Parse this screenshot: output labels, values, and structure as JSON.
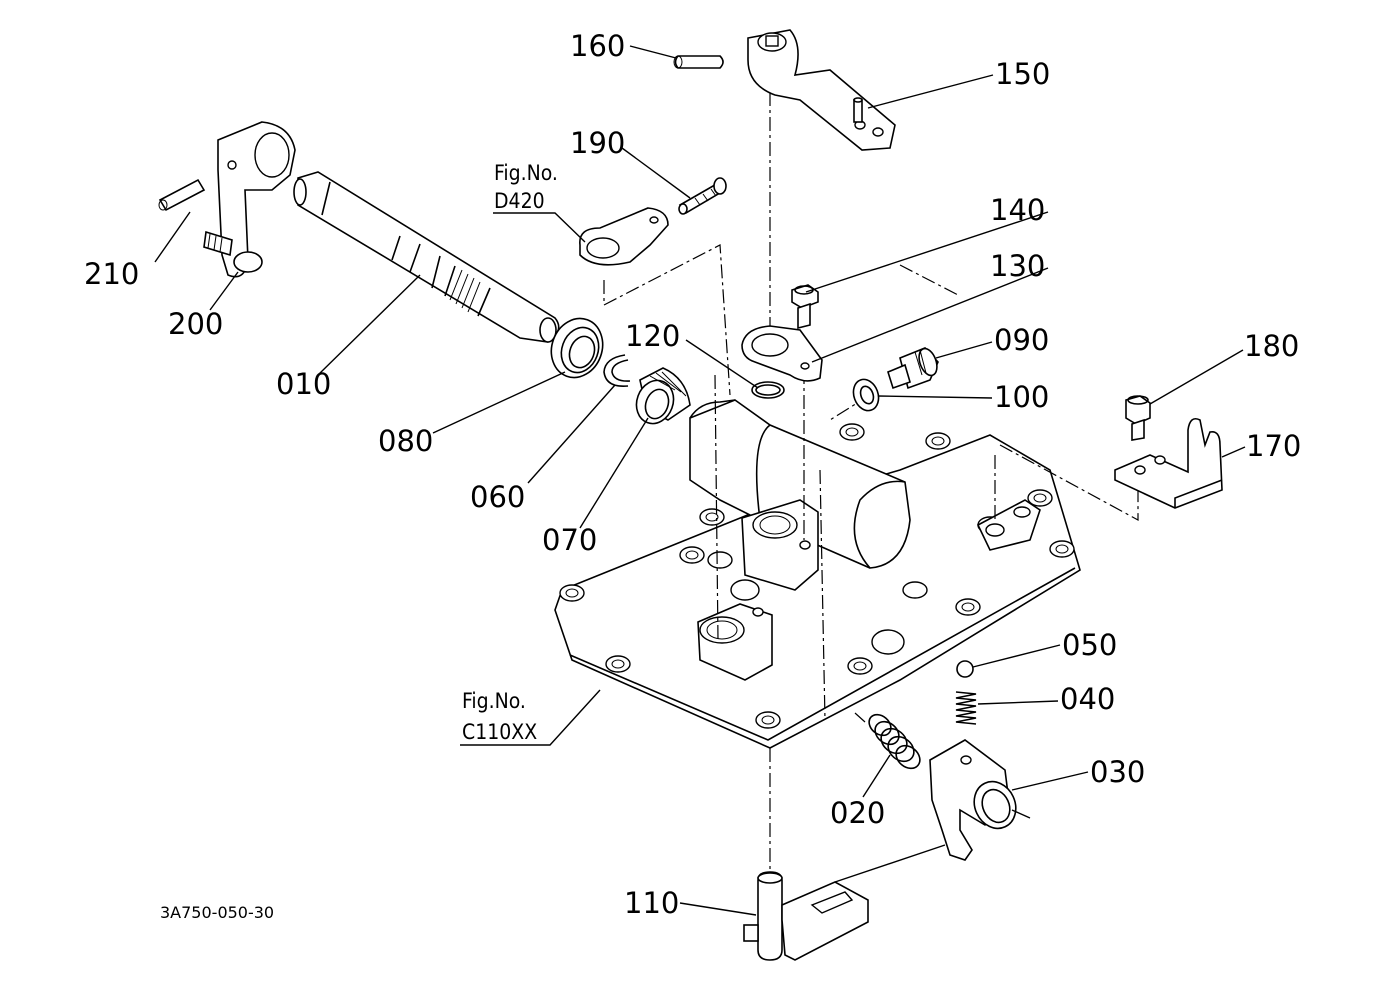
{
  "diagram_code": "3A750-050-30",
  "references": {
    "top": {
      "line1": "Fig.No.",
      "line2": "D420"
    },
    "bottom": {
      "line1": "Fig.No.",
      "line2": "C110XX"
    }
  },
  "parts": {
    "p010": "010",
    "p020": "020",
    "p030": "030",
    "p040": "040",
    "p050": "050",
    "p060": "060",
    "p070": "070",
    "p080": "080",
    "p090": "090",
    "p100": "100",
    "p110": "110",
    "p120": "120",
    "p130": "130",
    "p140": "140",
    "p150": "150",
    "p160": "160",
    "p170": "170",
    "p180": "180",
    "p190": "190",
    "p200": "200",
    "p210": "210"
  }
}
